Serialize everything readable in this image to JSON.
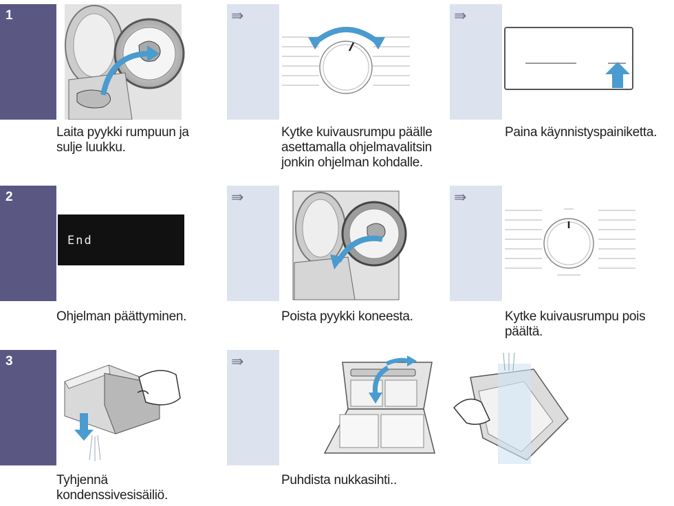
{
  "colors": {
    "step_badge": "#5a5883",
    "panel_bg": "#dde3ee",
    "accent_arrow": "#4a9bcf",
    "caption_text": "#1e1e1e"
  },
  "rows": [
    {
      "number": "1",
      "steps": [
        {
          "caption": "Laita pyykki rumpuun ja\nsulje luukku.",
          "illustration": "load-laundry-into-drum"
        },
        {
          "caption": "Kytke kuivausrumpu päälle\nasettamalla ohjelmavalitsin\njonkin ohjelman kohdalle.",
          "illustration": "program-selector-dial-turn"
        },
        {
          "caption": "Paina käynnistyspainiketta.",
          "illustration": "start-button-press"
        }
      ]
    },
    {
      "number": "2",
      "steps": [
        {
          "caption": "Ohjelman päättyminen.",
          "illustration": "display-end",
          "display_text": "End"
        },
        {
          "caption": "Poista pyykki koneesta.",
          "illustration": "remove-laundry-from-drum"
        },
        {
          "caption": "Kytke kuivausrumpu pois\npäältä.",
          "illustration": "program-selector-dial-off"
        }
      ]
    },
    {
      "number": "3",
      "steps": [
        {
          "caption": "Tyhjennä\nkondenssivesisäiliö.",
          "illustration": "empty-condensate-container"
        },
        {
          "caption": "Puhdista nukkasihti..",
          "illustration": "clean-fluff-filter"
        }
      ]
    }
  ],
  "arrow_icon": "double-arrow-right-icon",
  "arrow_glyph": "⇛"
}
